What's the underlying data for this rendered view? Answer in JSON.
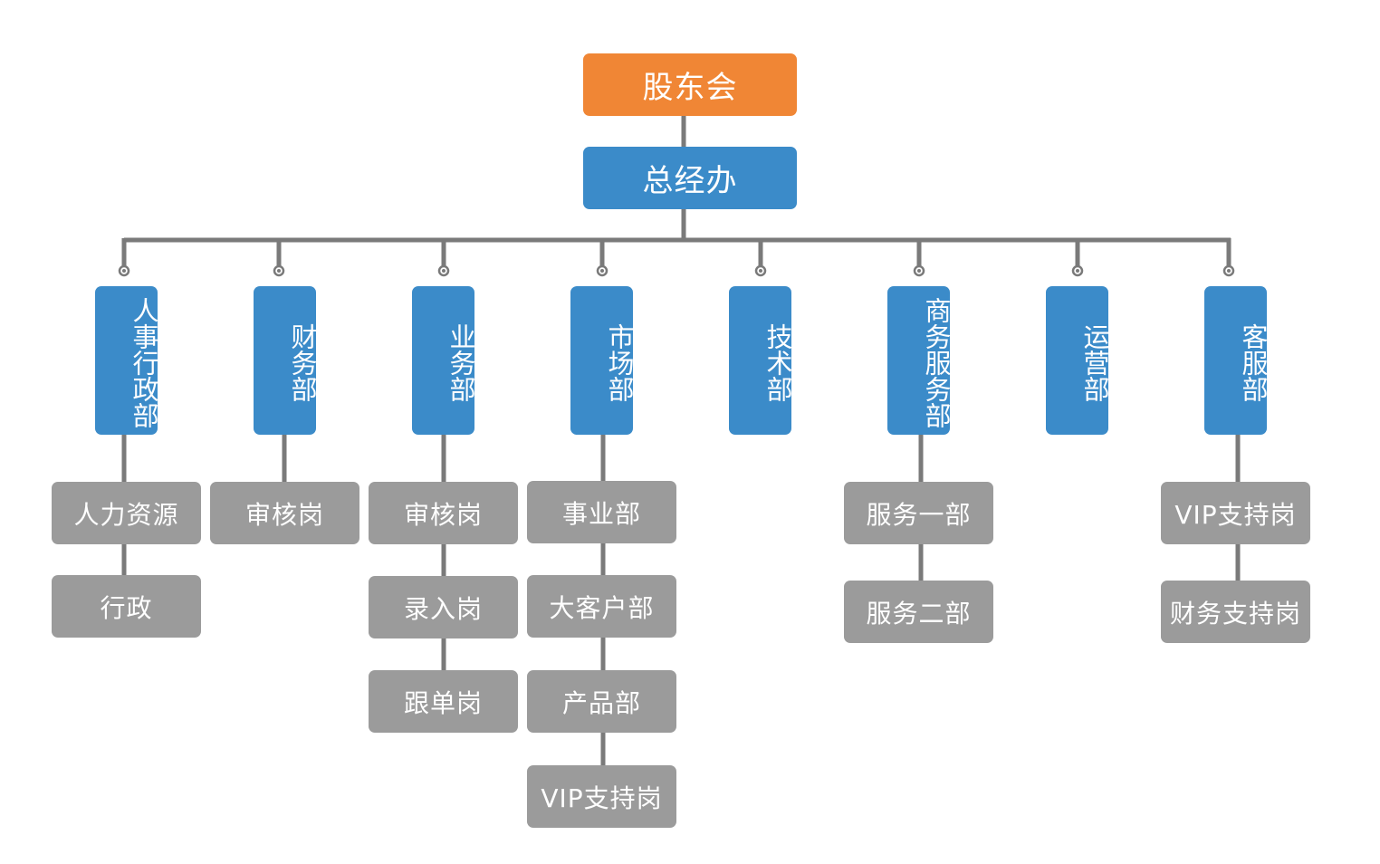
{
  "root": {
    "label": "股东会"
  },
  "general_office": {
    "label": "总经办"
  },
  "departments": [
    {
      "label": "人事行政部",
      "subs": [
        "人力资源",
        "行政"
      ]
    },
    {
      "label": "财务部",
      "subs": [
        "审核岗"
      ]
    },
    {
      "label": "业务部",
      "subs": [
        "审核岗",
        "录入岗",
        "跟单岗"
      ]
    },
    {
      "label": "市场部",
      "subs": [
        "事业部",
        "大客户部",
        "产品部",
        "VIP支持岗"
      ]
    },
    {
      "label": "技术部",
      "subs": []
    },
    {
      "label": "商务服务部",
      "subs": [
        "服务一部",
        "服务二部"
      ]
    },
    {
      "label": "运营部",
      "subs": []
    },
    {
      "label": "客服部",
      "subs": [
        "VIP支持岗",
        "财务支持岗"
      ]
    }
  ],
  "colors": {
    "root": "#f08635",
    "primary": "#3b8bc9",
    "sub": "#9b9b9b",
    "line": "#7a7a7a"
  }
}
